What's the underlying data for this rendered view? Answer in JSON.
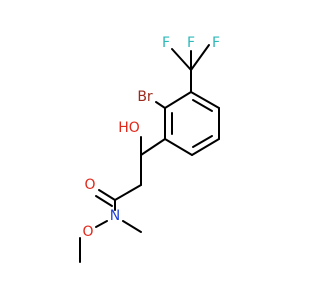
{
  "molecule": {
    "atoms": {
      "f1": "F",
      "f2": "F",
      "f3": "F",
      "br": "Br",
      "hydroxyl": "HO",
      "carbonyl_o": "O",
      "amide_n": "N",
      "methoxy_o": "O"
    },
    "colors": {
      "bond": "#000000",
      "fluorine": "#2fb8b8",
      "bromine": "#9b2a1b",
      "oxygen": "#e0281b",
      "nitrogen": "#2240d8"
    }
  }
}
